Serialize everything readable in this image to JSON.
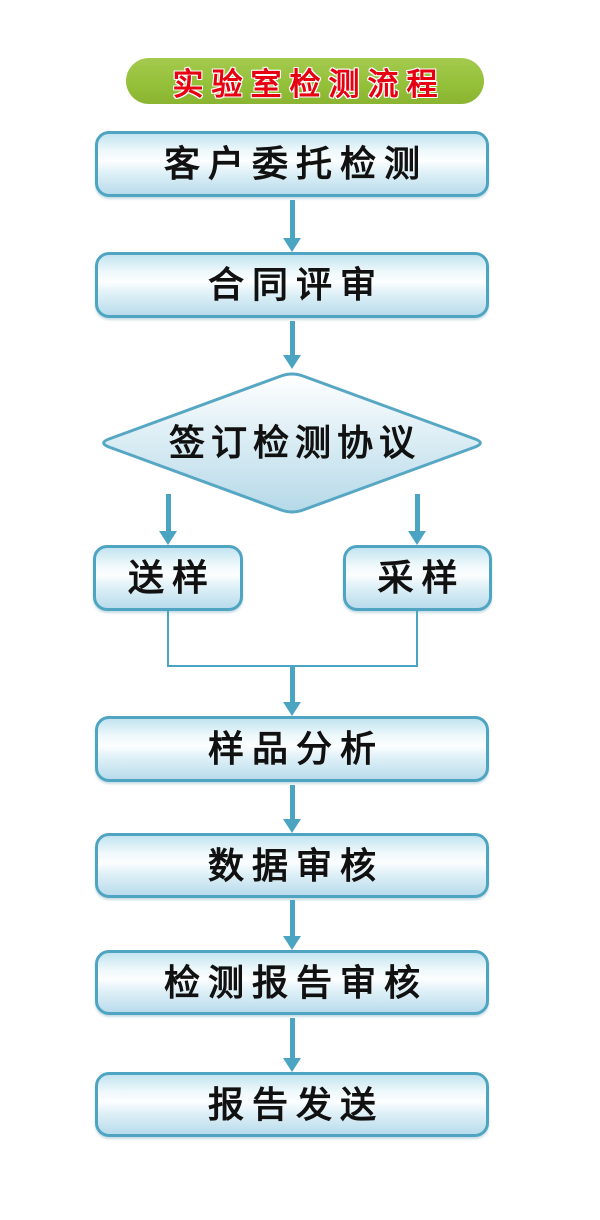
{
  "title": {
    "text": "实验室检测流程"
  },
  "colors": {
    "pill_green": "#95c13a",
    "pill_green_light": "#a4ca4e",
    "pill_green_dark": "#8ab431",
    "title_red": "#e60012",
    "node_border": "#4fa5c1",
    "node_fill_top": "#c3e4f0",
    "node_fill_bottom": "#b9dcec",
    "arrow": "#4ba4c2",
    "text_color": "#111111"
  },
  "flow": {
    "nodes": [
      {
        "id": "customer-entrusted-testing",
        "type": "process",
        "label": "客户委托检测"
      },
      {
        "id": "contract-review",
        "type": "process",
        "label": "合同评审"
      },
      {
        "id": "sign-testing-agreement",
        "type": "decision",
        "label": "签订检测协议"
      },
      {
        "id": "send-sample",
        "type": "process",
        "label": "送样"
      },
      {
        "id": "collect-sample",
        "type": "process",
        "label": "采样"
      },
      {
        "id": "sample-analysis",
        "type": "process",
        "label": "样品分析"
      },
      {
        "id": "data-review",
        "type": "process",
        "label": "数据审核"
      },
      {
        "id": "test-report-review",
        "type": "process",
        "label": "检测报告审核"
      },
      {
        "id": "report-delivery",
        "type": "process",
        "label": "报告发送"
      }
    ],
    "edges": [
      {
        "from": "customer-entrusted-testing",
        "to": "contract-review"
      },
      {
        "from": "contract-review",
        "to": "sign-testing-agreement"
      },
      {
        "from": "sign-testing-agreement",
        "to": "send-sample"
      },
      {
        "from": "sign-testing-agreement",
        "to": "collect-sample"
      },
      {
        "from": "send-sample",
        "to": "sample-analysis"
      },
      {
        "from": "collect-sample",
        "to": "sample-analysis"
      },
      {
        "from": "sample-analysis",
        "to": "data-review"
      },
      {
        "from": "data-review",
        "to": "test-report-review"
      },
      {
        "from": "test-report-review",
        "to": "report-delivery"
      }
    ]
  }
}
